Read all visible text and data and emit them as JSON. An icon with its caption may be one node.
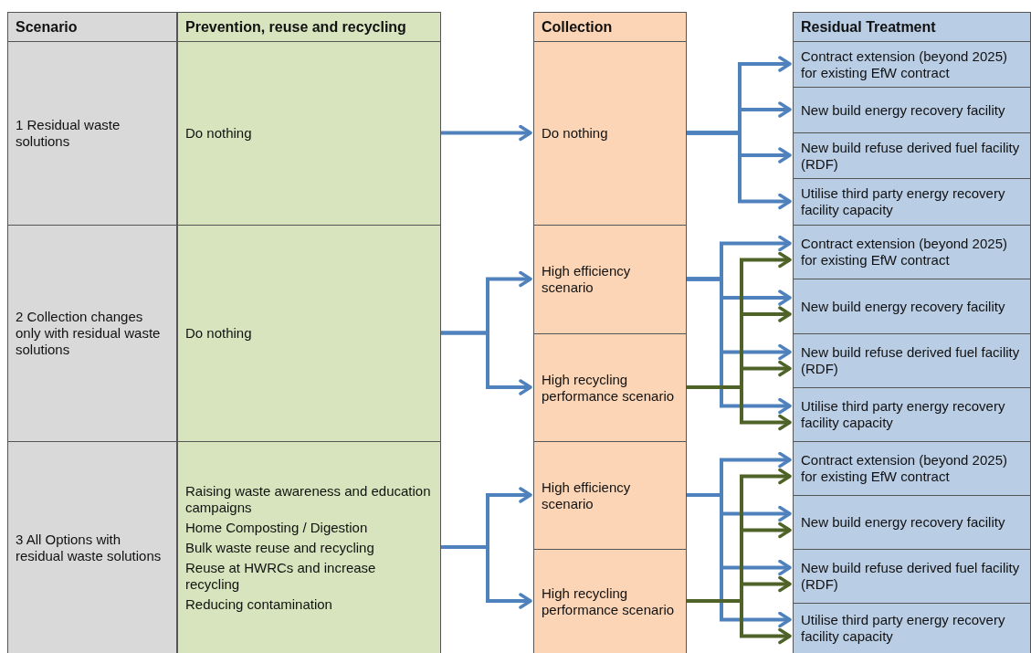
{
  "diagram": {
    "nodes": [
      {
        "text": [
          "Scenario"
        ]
      },
      {
        "text": [
          "Prevention, reuse and recycling"
        ]
      },
      {
        "text": [
          "Collection"
        ]
      },
      {
        "text": [
          "Residual Treatment"
        ]
      },
      {
        "text": [
          "1 Residual waste solutions"
        ]
      },
      {
        "text": [
          "Do nothing"
        ]
      },
      {
        "text": [
          "Do nothing"
        ]
      },
      {
        "text": [
          "Contract extension (beyond 2025) for existing EfW contract"
        ]
      },
      {
        "text": [
          "New build energy recovery facility"
        ]
      },
      {
        "text": [
          "New build refuse derived fuel facility (RDF)"
        ]
      },
      {
        "text": [
          "Utilise third party energy recovery facility capacity"
        ]
      },
      {
        "text": [
          "2 Collection changes only with residual waste solutions"
        ]
      },
      {
        "text": [
          "Do nothing"
        ]
      },
      {
        "text": [
          "High efficiency scenario"
        ]
      },
      {
        "text": [
          "High recycling performance scenario"
        ]
      },
      {
        "text": [
          "Contract extension (beyond 2025) for existing EfW contract"
        ]
      },
      {
        "text": [
          "New build energy recovery facility"
        ]
      },
      {
        "text": [
          "New build refuse derived fuel facility (RDF)"
        ]
      },
      {
        "text": [
          "Utilise third party energy recovery facility capacity"
        ]
      },
      {
        "text": [
          "3 All Options with residual waste solutions"
        ]
      },
      {
        "text": [
          "Raising waste awareness and education campaigns",
          "Home Composting / Digestion",
          "Bulk waste reuse and recycling",
          "Reuse at HWRCs and increase recycling",
          "Reducing contamination"
        ]
      },
      {
        "text": [
          "High efficiency scenario"
        ]
      },
      {
        "text": [
          "High recycling performance scenario"
        ]
      },
      {
        "text": [
          "Contract extension (beyond 2025) for existing EfW contract"
        ]
      },
      {
        "text": [
          "New build energy recovery facility"
        ]
      },
      {
        "text": [
          "New build refuse derived fuel facility (RDF)"
        ]
      },
      {
        "text": [
          "Utilise third party energy recovery facility capacity"
        ]
      }
    ],
    "edges": [
      {
        "from": 5,
        "to": 6,
        "arrow": "to"
      },
      {
        "from": 6,
        "to": 7,
        "arrow": "to"
      },
      {
        "from": 6,
        "to": 8,
        "arrow": "to"
      },
      {
        "from": 6,
        "to": 9,
        "arrow": "to"
      },
      {
        "from": 6,
        "to": 10,
        "arrow": "to"
      },
      {
        "from": 12,
        "to": 13,
        "arrow": "to"
      },
      {
        "from": 12,
        "to": 14,
        "arrow": "to"
      },
      {
        "from": 13,
        "to": 15,
        "arrow": "to"
      },
      {
        "from": 13,
        "to": 16,
        "arrow": "to"
      },
      {
        "from": 13,
        "to": 17,
        "arrow": "to"
      },
      {
        "from": 13,
        "to": 18,
        "arrow": "to"
      },
      {
        "from": 14,
        "to": 15,
        "arrow": "to",
        "color": "#4f6228"
      },
      {
        "from": 14,
        "to": 16,
        "arrow": "to",
        "color": "#4f6228"
      },
      {
        "from": 14,
        "to": 17,
        "arrow": "to",
        "color": "#4f6228"
      },
      {
        "from": 14,
        "to": 18,
        "arrow": "to",
        "color": "#4f6228"
      },
      {
        "from": 20,
        "to": 21,
        "arrow": "to"
      },
      {
        "from": 20,
        "to": 22,
        "arrow": "to"
      },
      {
        "from": 21,
        "to": 23,
        "arrow": "to"
      },
      {
        "from": 21,
        "to": 24,
        "arrow": "to"
      },
      {
        "from": 21,
        "to": 25,
        "arrow": "to"
      },
      {
        "from": 21,
        "to": 26,
        "arrow": "to"
      },
      {
        "from": 22,
        "to": 23,
        "arrow": "to",
        "color": "#4f6228"
      },
      {
        "from": 22,
        "to": 24,
        "arrow": "to",
        "color": "#4f6228"
      },
      {
        "from": 22,
        "to": 25,
        "arrow": "to",
        "color": "#4f6228"
      },
      {
        "from": 22,
        "to": 26,
        "arrow": "to",
        "color": "#4f6228"
      }
    ]
  }
}
